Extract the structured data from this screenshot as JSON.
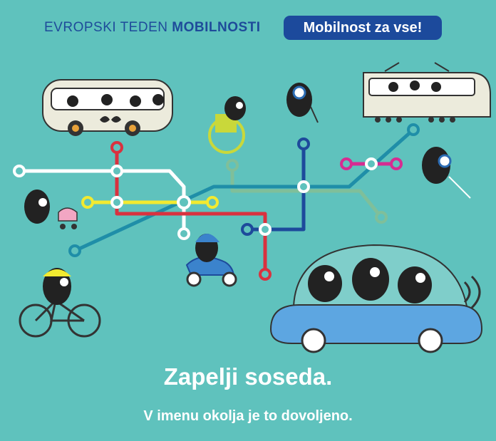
{
  "header": {
    "campaign_prefix": "EVROPSKI TEDEN",
    "campaign_strong": "MOBILNOSTI",
    "badge": "Mobilnost za vse!"
  },
  "message": {
    "headline": "Zapelji soseda.",
    "subline": "V imenu okolja je to dovoljeno."
  },
  "colors": {
    "background": "#5fc2bd",
    "brand_blue": "#1c4a9c",
    "line_red": "#d9323f",
    "line_yellow": "#f2ea30",
    "line_dark_blue": "#1d4a9b",
    "line_teal": "#1f8ea8",
    "line_green": "#7fbf9a",
    "line_white": "#ffffff",
    "line_magenta": "#d62c91",
    "car_blue": "#5da6e1"
  }
}
